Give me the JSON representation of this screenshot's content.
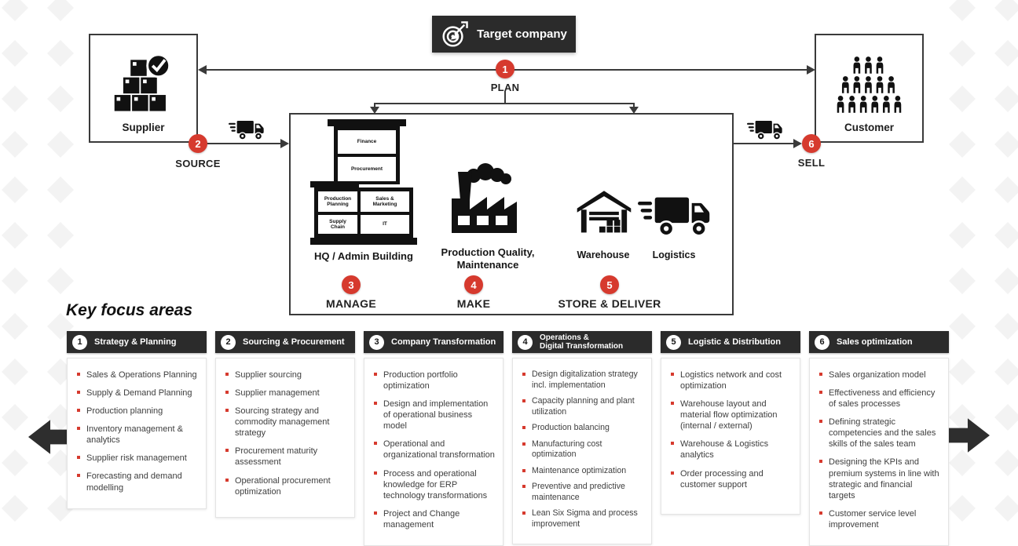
{
  "diagram": {
    "target_company": {
      "label": "Target company"
    },
    "supplier": {
      "label": "Supplier"
    },
    "customer": {
      "label": "Customer"
    },
    "steps": [
      {
        "num": "1",
        "label": "PLAN"
      },
      {
        "num": "2",
        "label": "SOURCE"
      },
      {
        "num": "3",
        "label": "MANAGE"
      },
      {
        "num": "4",
        "label": "MAKE"
      },
      {
        "num": "5",
        "label": "STORE & DELIVER"
      },
      {
        "num": "6",
        "label": "SELL"
      }
    ],
    "hq": {
      "label": "HQ / Admin Building",
      "rooms": [
        "Finance",
        "Procurement",
        "Sales &\nMarketing",
        "Production\nPlanning",
        "Supply\nChain",
        "IT"
      ]
    },
    "production": {
      "label": "Production Quality,\nMaintenance"
    },
    "warehouse": {
      "label": "Warehouse"
    },
    "logistics": {
      "label": "Logistics"
    }
  },
  "key_focus": {
    "title": "Key focus areas",
    "columns": [
      {
        "num": "1",
        "title": "Strategy & Planning",
        "items": [
          "Sales & Operations Planning",
          "Supply & Demand Planning",
          "Production planning",
          "Inventory management & analytics",
          "Supplier risk management",
          "Forecasting and demand modelling"
        ]
      },
      {
        "num": "2",
        "title": "Sourcing & Procurement",
        "items": [
          "Supplier sourcing",
          "Supplier management",
          "Sourcing strategy and commodity management strategy",
          "Procurement maturity assessment",
          "Operational procurement optimization"
        ]
      },
      {
        "num": "3",
        "title": "Company Transformation",
        "items": [
          "Production portfolio optimization",
          "Design and implementation of operational business model",
          "Operational and organizational transformation",
          "Process and operational knowledge for ERP technology transformations",
          "Project and Change management"
        ]
      },
      {
        "num": "4",
        "title": "Operations &\nDigital Transformation",
        "items": [
          "Design digitalization strategy incl. implementation",
          "Capacity planning and plant utilization",
          "Production balancing",
          "Manufacturing cost optimization",
          "Maintenance optimization",
          "Preventive and predictive maintenance",
          "Lean Six Sigma and process improvement"
        ]
      },
      {
        "num": "5",
        "title": "Logistic & Distribution",
        "items": [
          "Logistics network and cost optimization",
          "Warehouse layout and material flow optimization (internal / external)",
          "Warehouse & Logistics analytics",
          "Order processing and customer support"
        ]
      },
      {
        "num": "6",
        "title": "Sales optimization",
        "items": [
          "Sales organization model",
          "Effectiveness and efficiency of sales processes",
          "Defining strategic competencies and the sales skills of the sales team",
          "Designing the KPIs and premium systems in line with strategic and financial targets",
          "Customer service level improvement"
        ]
      }
    ]
  },
  "colors": {
    "accent_red": "#d63a2e",
    "dark": "#2b2b2b"
  }
}
